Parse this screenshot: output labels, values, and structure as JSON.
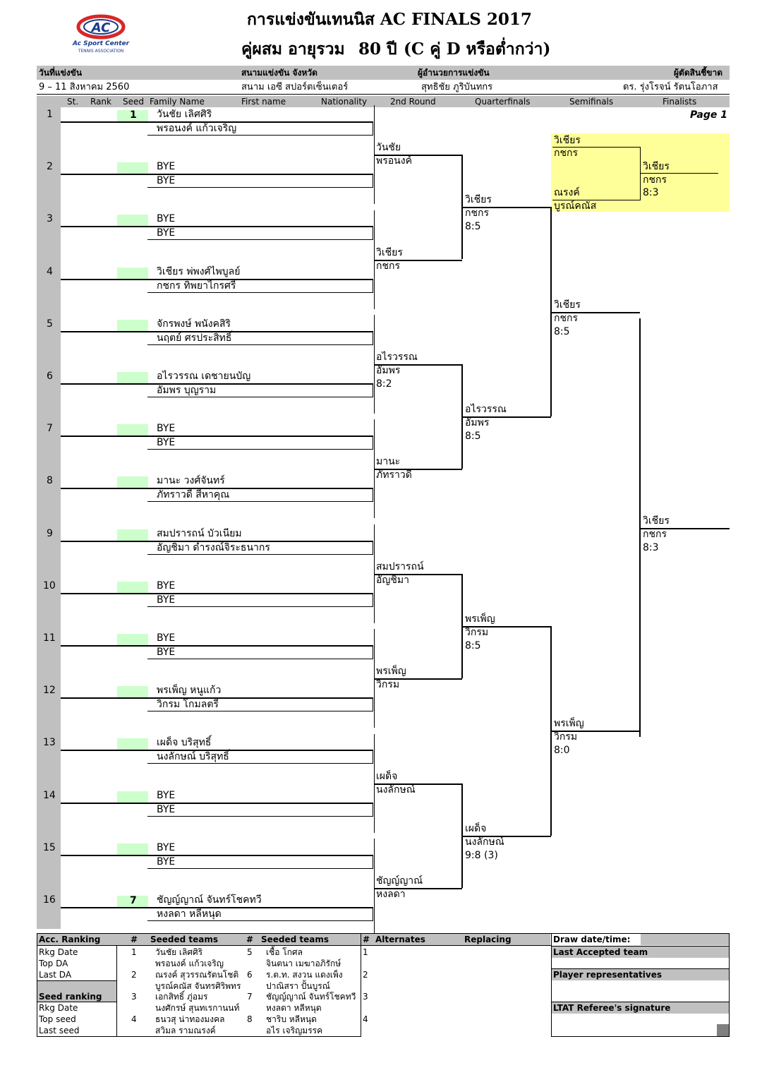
{
  "header": {
    "logo_main": "AC",
    "logo_sub1": "Ac Sport Center",
    "logo_sub2": "TENNIS ASSOCIATION",
    "title": "การแข่งขันเทนนิส  AC  FINALS  2017",
    "subtitle_cat": "คู่ผสม อายุรวม",
    "subtitle_age": "80  ปี",
    "subtitle_class": "(C คู่ D หรือต่ำกว่า)"
  },
  "info": {
    "date_label": "วันที่แข่งขัน",
    "date_value": "9 – 11  สิงหาคม 2560",
    "venue_label": "สนามแข่งขัน จังหวัด",
    "venue_value": "สนาม เอซี สปอร์ตเซ็นเตอร์",
    "director_label": "ผู้อำนวยการแข่งขัน",
    "director_value": "สุทธิชัย   ภูริบันทกร",
    "referee_label": "ผู้ตัดสินชี้ขาด",
    "referee_value": "ดร. รุ่งโรจน์   รัตนโอภาส"
  },
  "columns": {
    "st": "St.",
    "rank": "Rank",
    "seed": "Seed",
    "family": "Family Name",
    "first": "First name",
    "nat": "Nationality",
    "r2": "2nd Round",
    "qf": "Quarterfinals",
    "sf": "Semifinals",
    "f": "Finalists"
  },
  "page_label": "Page 1",
  "draw": [
    {
      "no": "1",
      "seed": "1",
      "p1": "วันชัย  เลิศศิริ",
      "p2": "พรอนงค์  แก้วเจริญ"
    },
    {
      "no": "2",
      "seed": "",
      "p1": "BYE",
      "p2": "BYE"
    },
    {
      "no": "3",
      "seed": "",
      "p1": "BYE",
      "p2": "BYE"
    },
    {
      "no": "4",
      "seed": "",
      "p1": "วิเชียร  พ่พงศ์ไพบูลย์",
      "p2": "กชกร  ทิพยาไกรศรี"
    },
    {
      "no": "5",
      "seed": "",
      "p1": "จักรพงษ์  พนังคสิริ",
      "p2": "นฤตย์  ศรประสิทธิ์"
    },
    {
      "no": "6",
      "seed": "",
      "p1": "อไรวรรณ  เดชายนบัญ",
      "p2": "อัมพร  บุญราม"
    },
    {
      "no": "7",
      "seed": "",
      "p1": "BYE",
      "p2": "BYE"
    },
    {
      "no": "8",
      "seed": "",
      "p1": "มานะ  วงศ์จันทร์",
      "p2": "ภัทราวดี  สีหาคุณ"
    },
    {
      "no": "9",
      "seed": "",
      "p1": "สมปรารถน์  บัวเนียม",
      "p2": "อัญชิมา  ดำรงณ์จิระธนากร"
    },
    {
      "no": "10",
      "seed": "",
      "p1": "BYE",
      "p2": "BYE"
    },
    {
      "no": "11",
      "seed": "",
      "p1": "BYE",
      "p2": "BYE"
    },
    {
      "no": "12",
      "seed": "",
      "p1": "พรเพ็ญ  หนูแก้ว",
      "p2": "วิกรม  โกมลตรี"
    },
    {
      "no": "13",
      "seed": "",
      "p1": "เผด็จ  บริสุทธิ์",
      "p2": "นงลักษณ์  บริสุทธิ์"
    },
    {
      "no": "14",
      "seed": "",
      "p1": "BYE",
      "p2": "BYE"
    },
    {
      "no": "15",
      "seed": "",
      "p1": "BYE",
      "p2": "BYE"
    },
    {
      "no": "16",
      "seed": "7",
      "p1": "ชัญญ์ญาณ์   จันทร์โชคทวี",
      "p2": "หงลดา  หลีหนุด"
    }
  ],
  "round2": [
    {
      "a": "วันชัย",
      "b": "พรอนงค์",
      "score": ""
    },
    {
      "a": "วิเชียร",
      "b": "กชกร",
      "score": ""
    },
    {
      "a": "อไรวรรณ",
      "b": "อัมพร",
      "score": "8:2"
    },
    {
      "a": "มานะ",
      "b": "ภัทราวดี",
      "score": ""
    },
    {
      "a": "สมปรารถน์",
      "b": "อัญชิมา",
      "score": ""
    },
    {
      "a": "พรเพ็ญ",
      "b": "วิกรม",
      "score": ""
    },
    {
      "a": "เผด็จ",
      "b": "นงลักษณ์",
      "score": ""
    },
    {
      "a": "ชัญญ์ญาณ์",
      "b": "หงลดา",
      "score": ""
    }
  ],
  "quarter": [
    {
      "a": "วิเชียร",
      "b": "กชกร",
      "score": "8:5"
    },
    {
      "a": "อไรวรรณ",
      "b": "อัมพร",
      "score": "8:5"
    },
    {
      "a": "พรเพ็ญ",
      "b": "วิกรม",
      "score": "8:5"
    },
    {
      "a": "เผด็จ",
      "b": "นงลักษณ์",
      "score": "9:8 (3)"
    }
  ],
  "semi": [
    {
      "a": "วิเชียร",
      "b": "กชกร",
      "score": "8:5"
    },
    {
      "a": "พรเพ็ญ",
      "b": "วิกรม",
      "score": "8:0"
    }
  ],
  "final": {
    "a": "วิเชียร",
    "b": "กชกร",
    "score": "8:3"
  },
  "finalbox": {
    "t1a": "วิเชียร",
    "t1b": "กชกร",
    "t2a": "ณรงค์",
    "t2b": "บูรณ์คณัส",
    "wa": "วิเชียร",
    "wb": "กชกร",
    "score": "8:3"
  },
  "footer": {
    "acc_ranking": "Acc. Ranking",
    "rkg_date": "Rkg Date",
    "top_da": "Top DA",
    "last_da": "Last DA",
    "seed_ranking": "Seed ranking",
    "rkg_date2": "Rkg Date",
    "top_seed": "Top seed",
    "last_seed": "Last seed",
    "hash": "#",
    "seeded_teams": "Seeded teams",
    "alternates": "Alternates",
    "replacing": "Replacing",
    "draw_date": "Draw date/time:",
    "last_accepted": "Last Accepted team",
    "player_reps": "Player representatives",
    "referee_sig": "LTAT Referee's signature",
    "seeds_left": [
      {
        "n": "1",
        "a": "วันชัย  เลิศศิริ",
        "b": "พรอนงค์  แก้วเจริญ"
      },
      {
        "n": "2",
        "a": "ณรงค์  สุวรรณรัตนโชติ",
        "b": "บูรณ์คณัส  จันทรศิริพทร"
      },
      {
        "n": "3",
        "a": "เอกสิทธิ์  ภู่อมร",
        "b": "นงศักรษ์  สุนทเรกานนท์"
      },
      {
        "n": "4",
        "a": "ธนวสุ  น่าทองมงคล",
        "b": "สวิมล  รามณรงค์"
      }
    ],
    "seeds_right": [
      {
        "n": "5",
        "a": "เชื้อ  โกศล",
        "b": "จินตนา  เมฆาอภิรักษ์"
      },
      {
        "n": "6",
        "a": "ร.ต.ท. สงวน  แดงเพ็ง",
        "b": "ปาณิสรา  ปั้นบูรณ์"
      },
      {
        "n": "7",
        "a": "ชัญญ์ญาณ์  จันทร์โชคทวี",
        "b": "หงลดา  หลีหนุด"
      },
      {
        "n": "8",
        "a": "ชาริบ  หลีหนุด",
        "b": "อไร  เจริญมรรค"
      }
    ],
    "alt_nums": [
      "1",
      "2",
      "3",
      "4"
    ]
  }
}
